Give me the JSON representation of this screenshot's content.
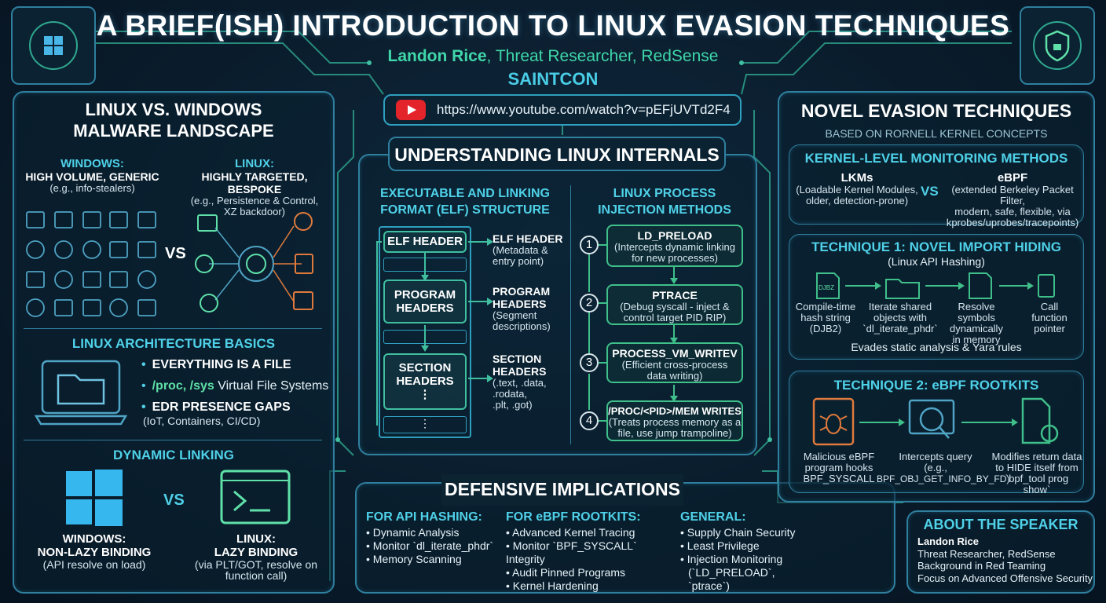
{
  "header": {
    "title": "A BRIEF(ISH) INTRODUCTION TO LINUX EVASION TECHNIQUES",
    "speaker_name": "Landon Rice",
    "speaker_role": ", Threat Researcher, RedSense",
    "conference": "SAINTCON",
    "url": "https://www.youtube.com/watch?v=pEFjUVTd2F4"
  },
  "left": {
    "landscape_title_1": "LINUX VS. WINDOWS",
    "landscape_title_2": "MALWARE LANDSCAPE",
    "windows_label": "WINDOWS:",
    "windows_desc": "HIGH VOLUME, GENERIC",
    "windows_example": "(e.g., info-stealers)",
    "linux_label": "LINUX:",
    "linux_desc": "HIGHLY TARGETED, BESPOKE",
    "linux_example_1": "(e.g., Persistence & Control,",
    "linux_example_2": "XZ backdoor)",
    "vs": "VS",
    "arch_title": "LINUX ARCHITECTURE BASICS",
    "arch_1": "EVERYTHING IS A FILE",
    "arch_2a": "/proc, /sys",
    "arch_2b": " Virtual File Systems",
    "arch_3": "EDR PRESENCE GAPS",
    "arch_3b": "(IoT, Containers, CI/CD)",
    "dyn_title": "DYNAMIC LINKING",
    "dyn_vs": "VS",
    "win_bind_1": "WINDOWS:",
    "win_bind_2": "NON-LAZY BINDING",
    "win_bind_3": "(API resolve on load)",
    "lin_bind_1": "LINUX:",
    "lin_bind_2": "LAZY BINDING",
    "lin_bind_3": "(via PLT/GOT, resolve on",
    "lin_bind_4": "function call)"
  },
  "center": {
    "title": "UNDERSTANDING LINUX INTERNALS",
    "elf_title_1": "EXECUTABLE AND LINKING",
    "elf_title_2": "FORMAT (ELF) STRUCTURE",
    "elf_box_1": "ELF HEADER",
    "elf_box_2a": "PROGRAM",
    "elf_box_2b": "HEADERS",
    "elf_box_3a": "SECTION",
    "elf_box_3b": "HEADERS",
    "elf_dots": "⋮",
    "elf_lbl_1": "ELF HEADER",
    "elf_lbl_1d1": "(Metadata &",
    "elf_lbl_1d2": "entry point)",
    "elf_lbl_2a": "PROGRAM",
    "elf_lbl_2b": "HEADERS",
    "elf_lbl_2d1": "(Segment",
    "elf_lbl_2d2": "descriptions)",
    "elf_lbl_3a": "SECTION",
    "elf_lbl_3b": "HEADERS",
    "elf_lbl_3d1": "(.text, .data,",
    "elf_lbl_3d2": ".rodata,",
    "elf_lbl_3d3": ".plt, .got)",
    "inj_title_1": "LINUX PROCESS",
    "inj_title_2": "INJECTION METHODS",
    "steps": [
      {
        "num": "1",
        "name": "LD_PRELOAD",
        "d1": "(Intercepts dynamic linking",
        "d2": "for new processes)"
      },
      {
        "num": "2",
        "name": "PTRACE",
        "d1": "(Debug syscall - inject &",
        "d2": "control target PID RIP)"
      },
      {
        "num": "3",
        "name": "PROCESS_VM_WRITEV",
        "d1": "(Efficient cross-process",
        "d2": "data writing)"
      },
      {
        "num": "4",
        "name": "/PROC/<PID>/MEM WRITES",
        "d1": "(Treats process memory as a",
        "d2": "file, use jump trampoline)"
      }
    ]
  },
  "right": {
    "title": "NOVEL EVASION TECHNIQUES",
    "subtitle": "BASED ON RORNELL KERNEL CONCEPTS",
    "kernel_title": "KERNEL-LEVEL MONITORING METHODS",
    "lkm": "LKMs",
    "lkm_d1": "(Loadable Kernel Modules,",
    "lkm_d2": "older, detection-prone)",
    "vs": "VS",
    "ebpf": "eBPF",
    "ebpf_d1": "(extended Berkeley Packet Filter,",
    "ebpf_d2": "modern, safe, flexible, via",
    "ebpf_d3": "kprobes/uprobes/tracepoints)",
    "t1_title": "TECHNIQUE 1: NOVEL IMPORT HIDING",
    "t1_sub": "(Linux API Hashing)",
    "t1_icon1_text": "DJBZ",
    "t1_steps": [
      {
        "l1": "Compile-time",
        "l2": "hash string",
        "l3": "(DJB2)"
      },
      {
        "l1": "Iterate shared",
        "l2": "objects with",
        "l3": "`dl_iterate_phdr`"
      },
      {
        "l1": "Resolve symbols",
        "l2": "dynamically",
        "l3": "in memory"
      },
      {
        "l1": "Call",
        "l2": "function",
        "l3": "pointer"
      }
    ],
    "t1_footer": "Evades static analysis & Yara rules",
    "t2_title": "TECHNIQUE 2: eBPF ROOTKITS",
    "t2_steps": [
      {
        "l1": "Malicious eBPF",
        "l2": "program hooks",
        "l3": "BPF_SYSCALL"
      },
      {
        "l1": "Intercepts query",
        "l2": "(e.g.,",
        "l3": "BPF_OBJ_GET_INFO_BY_FD)"
      },
      {
        "l1": "Modifies return data",
        "l2": "to HIDE itself from",
        "l3": "`bpf_tool prog show`"
      }
    ]
  },
  "defensive": {
    "title": "DEFENSIVE IMPLICATIONS",
    "col1_title": "FOR API HASHING:",
    "col1": [
      "Dynamic Analysis",
      "Monitor `dl_iterate_phdr`",
      "Memory Scanning"
    ],
    "col2_title": "FOR eBPF ROOTKITS:",
    "col2": [
      "Advanced Kernel Tracing",
      "Monitor `BPF_SYSCALL` Integrity",
      "Audit Pinned Programs",
      "Kernel Hardening"
    ],
    "col3_title": "GENERAL:",
    "col3": [
      "Supply Chain Security",
      "Least Privilege",
      "Injection Monitoring",
      "(`LD_PRELOAD`, `ptrace`)"
    ]
  },
  "about": {
    "title": "ABOUT THE SPEAKER",
    "name": "Landon Rice",
    "l1": "Threat Researcher, RedSense",
    "l2": "Background in Red Teaming",
    "l3": "Focus on Advanced Offensive Security"
  },
  "icons": [
    "windows-icon",
    "shield-icon",
    "youtube-icon",
    "folder-icon",
    "terminal-icon",
    "bug-icon",
    "magnifier-icon",
    "document-icon",
    "gear-icon"
  ]
}
